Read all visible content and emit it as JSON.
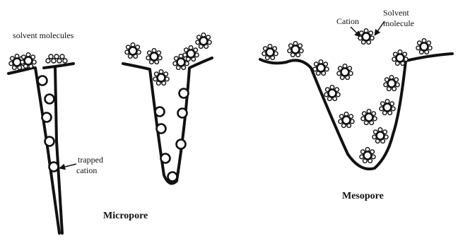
{
  "labels": {
    "solvent_molecules": "solvent molecules",
    "trapped_line1": "trapped",
    "trapped_line2": "cation",
    "micropore": "Micropore",
    "mesopore": "Mesopore",
    "cation": "Cation",
    "solvent_line1": "Solvent",
    "solvent_line2": "molecule"
  },
  "colors": {
    "ink": "#111111",
    "background": "#ffffff"
  },
  "icons": [
    "solvated-cation-icon",
    "trapped-cation-icon",
    "solvent-molecule-icon"
  ]
}
